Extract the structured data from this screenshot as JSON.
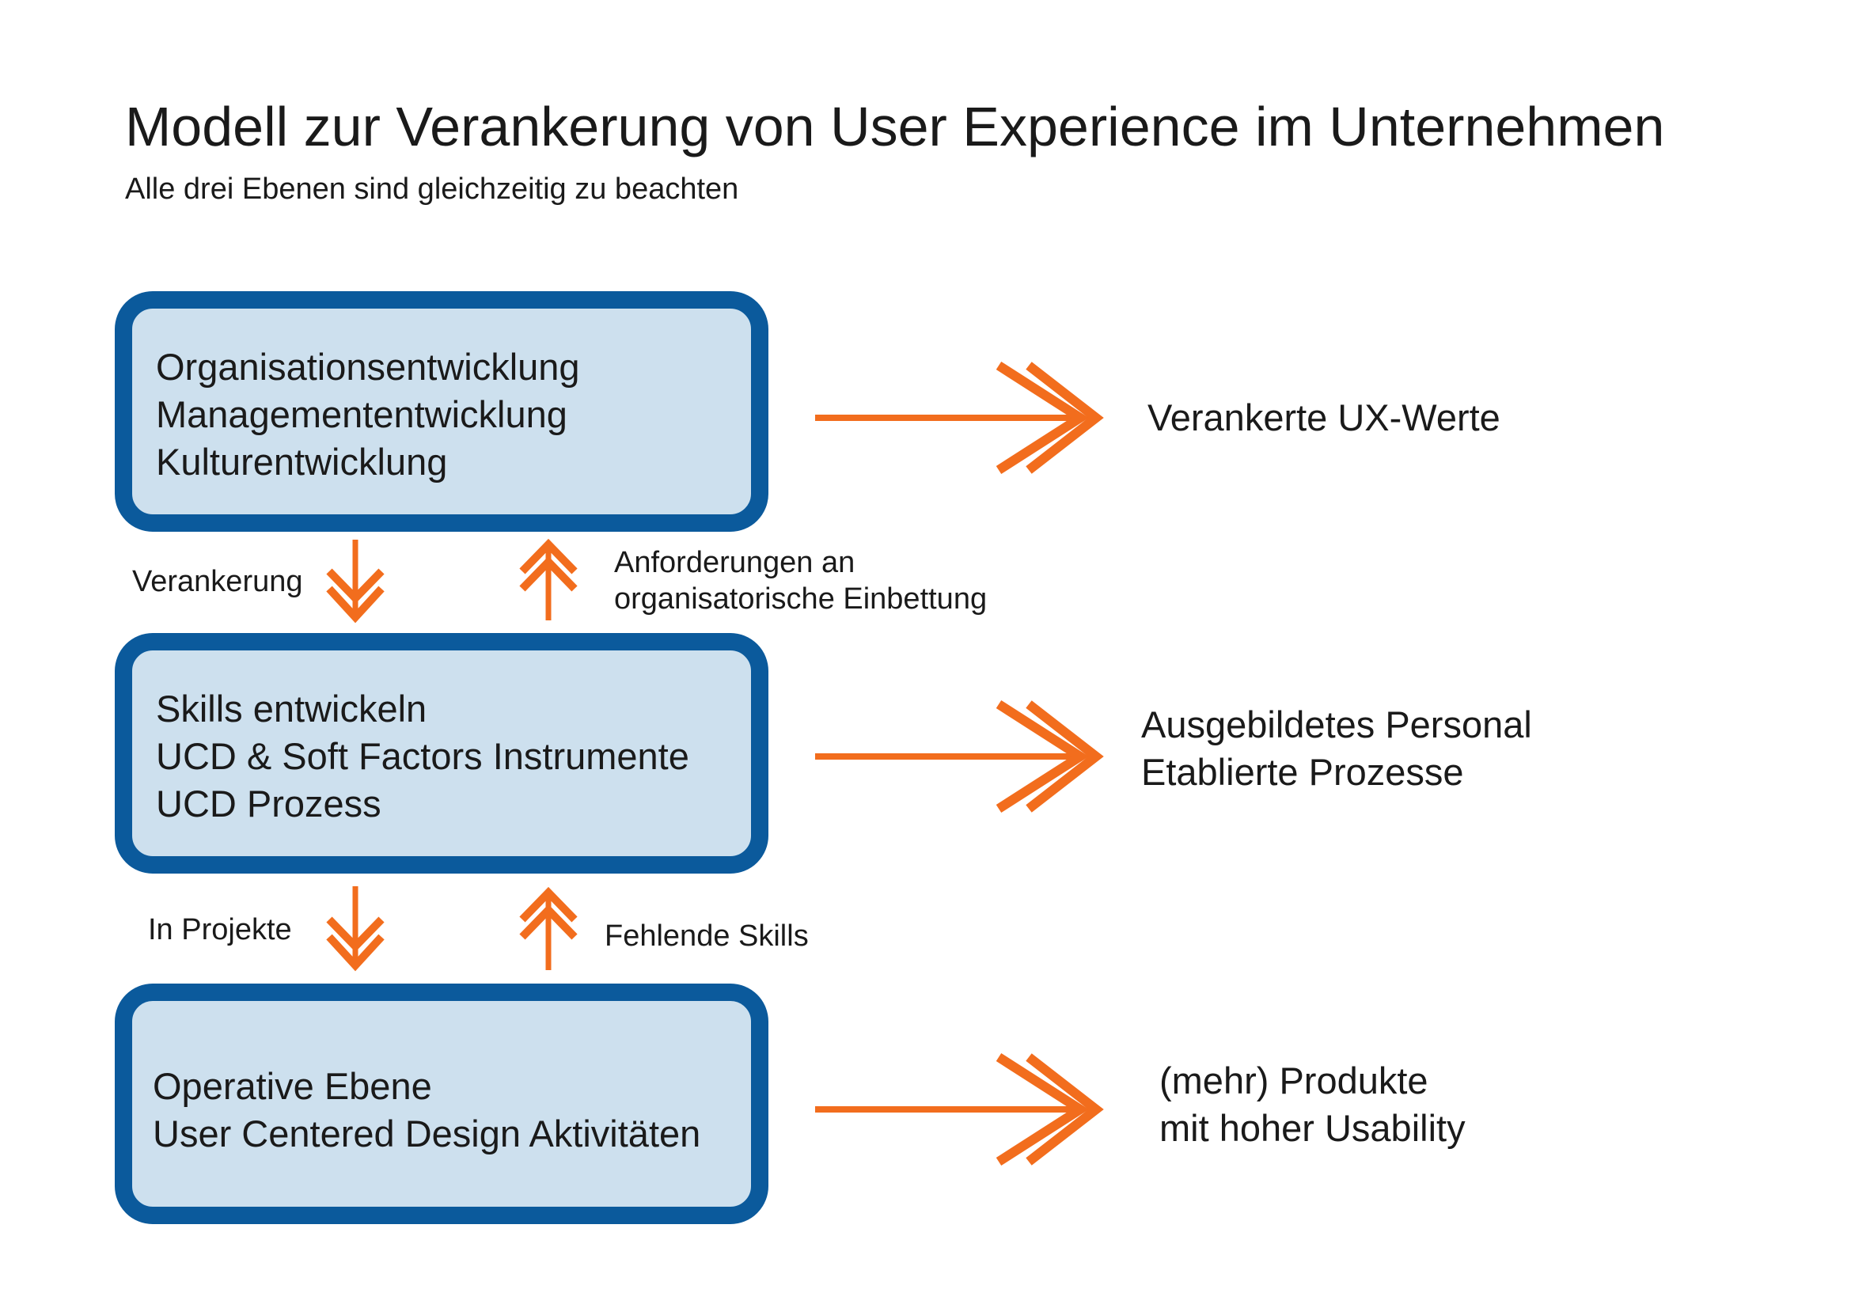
{
  "title": "Modell zur Verankerung von User Experience im Unternehmen",
  "subtitle": "Alle drei Ebenen sind gleichzeitig zu beachten",
  "colors": {
    "box_border": "#0b5a9c",
    "box_fill": "#cde0ee",
    "arrow": "#f26d1d",
    "text": "#1a1a1a"
  },
  "levels": [
    {
      "lines": [
        "Organisationsentwicklung",
        "Managemententwicklung",
        "Kulturentwicklung"
      ],
      "result": [
        "Verankerte UX-Werte"
      ]
    },
    {
      "lines": [
        "Skills entwickeln",
        "UCD & Soft Factors Instrumente",
        "UCD Prozess"
      ],
      "result": [
        "Ausgebildetes Personal",
        "Etablierte Prozesse"
      ]
    },
    {
      "lines": [
        "Operative Ebene",
        "User Centered Design Aktivitäten"
      ],
      "result": [
        "(mehr) Produkte",
        "mit hoher Usability"
      ]
    }
  ],
  "connectors": [
    {
      "down_label": "Verankerung",
      "up_label": [
        "Anforderungen an",
        "organisatorische Einbettung"
      ]
    },
    {
      "down_label": "In Projekte",
      "up_label": [
        "Fehlende Skills"
      ]
    }
  ]
}
